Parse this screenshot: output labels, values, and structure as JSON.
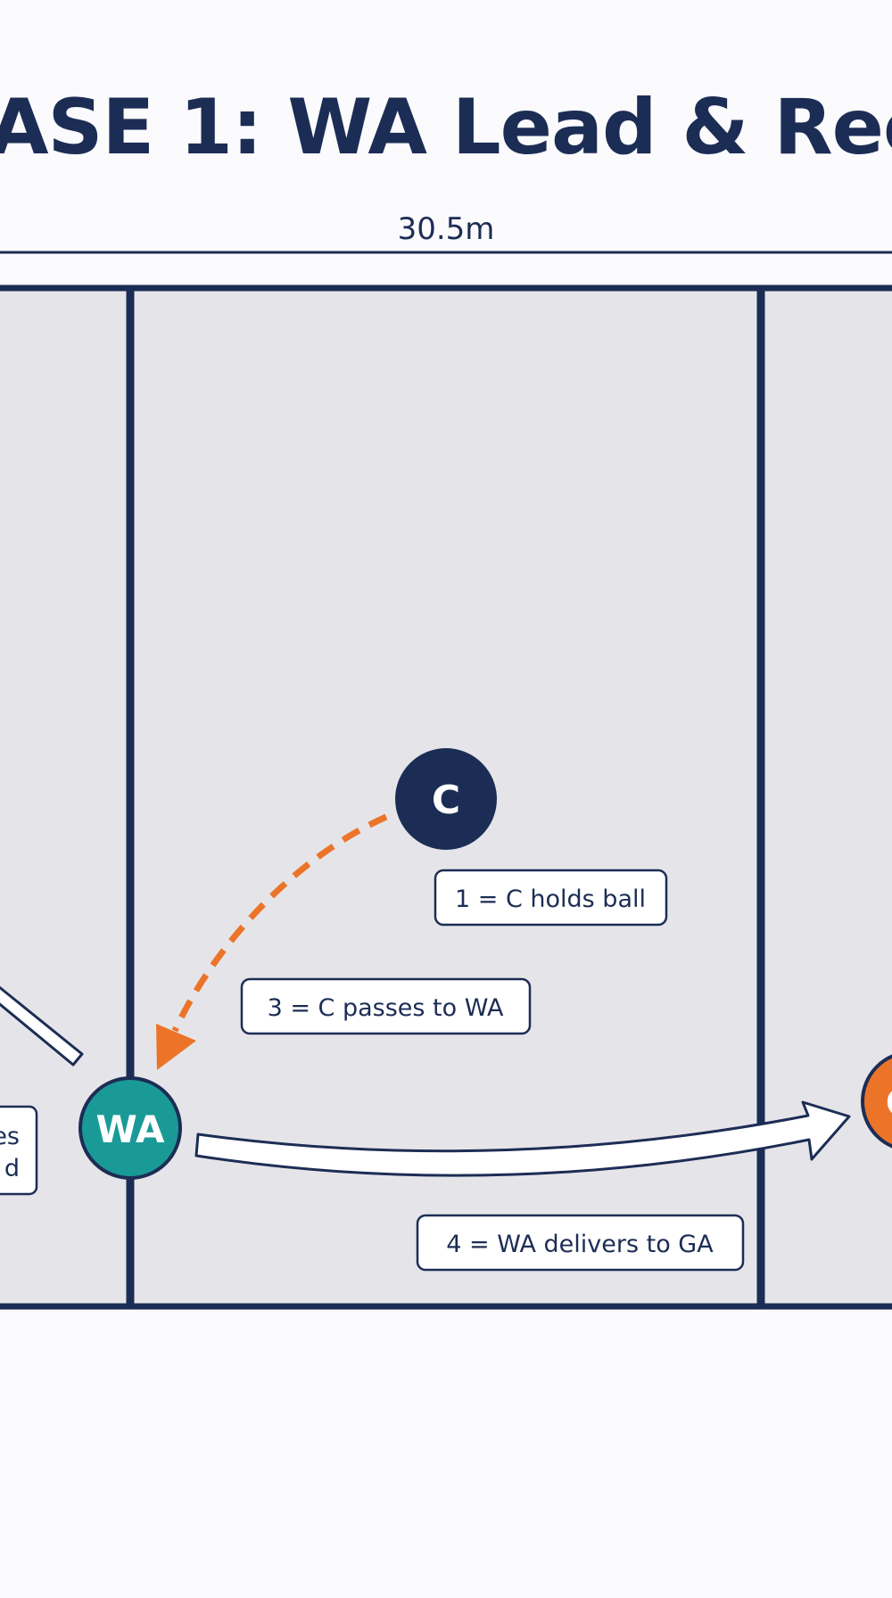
{
  "title": "ASE 1: WA Lead & Rece",
  "court_width_label": "30.5m",
  "players": {
    "c": {
      "label": "C",
      "color": "#1c2d55"
    },
    "wa": {
      "label": "WA",
      "color": "#1a9a96"
    },
    "ga": {
      "label": "G",
      "color": "#ec7429"
    }
  },
  "callouts": {
    "step1": "1 = C holds ball",
    "step3": "3 = C passes to WA",
    "step4": "4 = WA delivers to GA",
    "step2_line1": "es",
    "step2_line2": "d"
  },
  "colors": {
    "navy": "#1c2d55",
    "court_fill": "#e5e5e9",
    "pass_orange": "#ec7429",
    "wa_teal": "#1a9a96"
  }
}
